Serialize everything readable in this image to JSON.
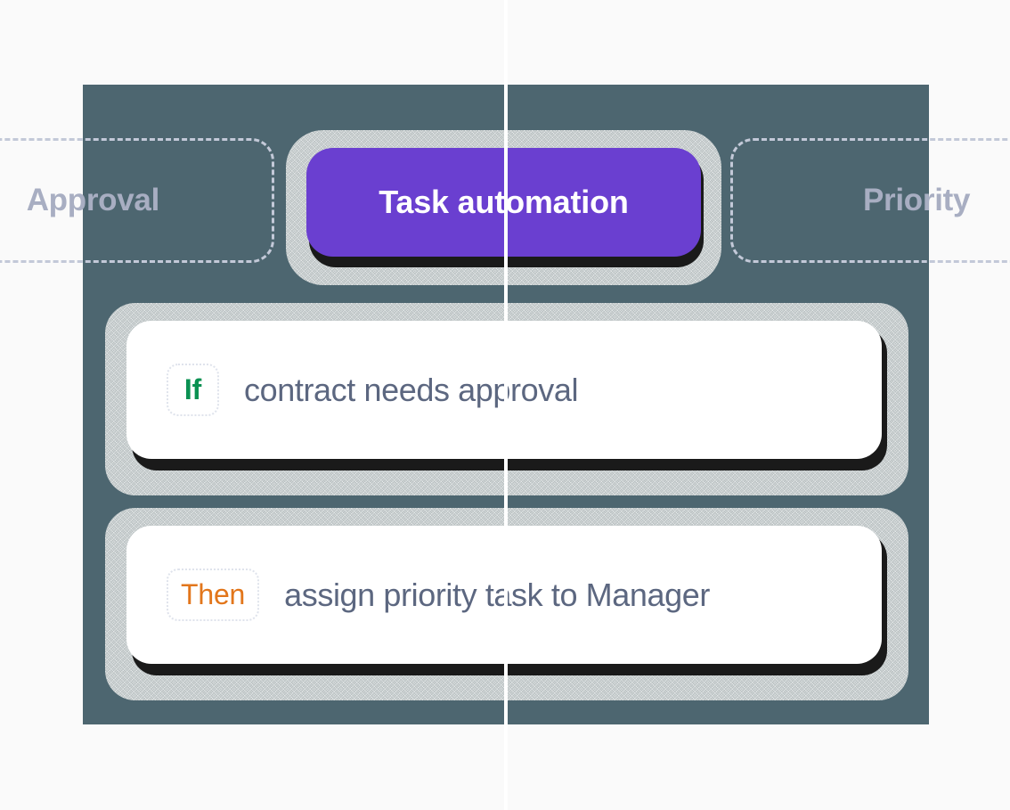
{
  "canvas": {
    "background_color": "#fafafa",
    "panel_color": "#4d6670",
    "seam_color": "#ffffff"
  },
  "ghost_pills": [
    {
      "label": "Approval",
      "position": "left",
      "color": "#a8aec2",
      "border_style": "dashed",
      "border_color": "#c3c9d8",
      "clipped": "left-edge"
    },
    {
      "label": "Priority",
      "position": "right",
      "color": "#a8aec2",
      "border_style": "dashed",
      "border_color": "#c3c9d8",
      "clipped": "right-edge"
    }
  ],
  "primary_button": {
    "label": "Task automation",
    "background_color": "#6a3fd0",
    "text_color": "#ffffff",
    "shadow_color": "#1a1a1a",
    "halo": "noisy-gray"
  },
  "rules": [
    {
      "badge": "If",
      "badge_color": "#0a9152",
      "text": "contract needs approval",
      "text_color": "#5c6780",
      "card_color": "#ffffff"
    },
    {
      "badge": "Then",
      "badge_color": "#e2761b",
      "text": "assign priority task to Manager",
      "text_color": "#5c6780",
      "card_color": "#ffffff"
    }
  ]
}
